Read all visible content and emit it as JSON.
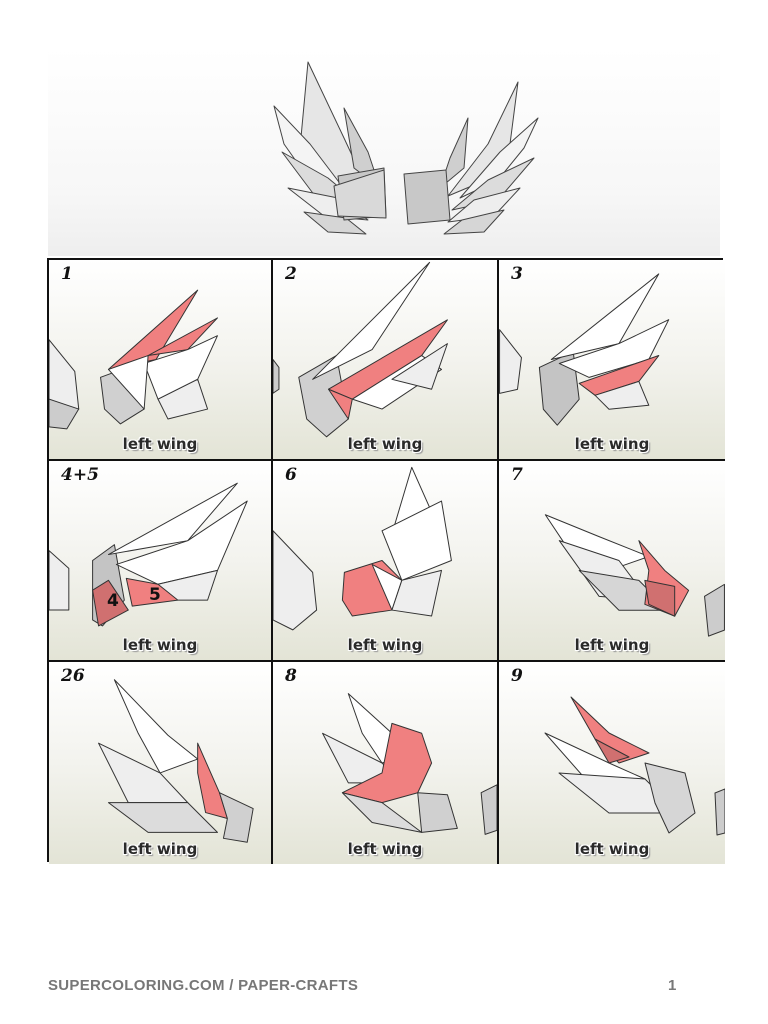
{
  "colors": {
    "highlight": "#f08080",
    "paper_white": "#ffffff",
    "paper_shade": "#cfcfcf",
    "outline": "#333333"
  },
  "hero": {
    "image": "assembled-wings-illustration"
  },
  "steps": [
    {
      "number": "1",
      "caption": "left wing"
    },
    {
      "number": "2",
      "caption": "left wing"
    },
    {
      "number": "3",
      "caption": "left wing"
    },
    {
      "number": "4+5",
      "caption": "left wing",
      "part_labels": [
        "4",
        "5"
      ]
    },
    {
      "number": "6",
      "caption": "left wing"
    },
    {
      "number": "7",
      "caption": "left wing"
    },
    {
      "number": "26",
      "caption": "left wing"
    },
    {
      "number": "8",
      "caption": "left wing"
    },
    {
      "number": "9",
      "caption": "left wing"
    }
  ],
  "footer": {
    "source": "SUPERCOLORING.COM / PAPER-CRAFTS",
    "page_number": "1"
  }
}
